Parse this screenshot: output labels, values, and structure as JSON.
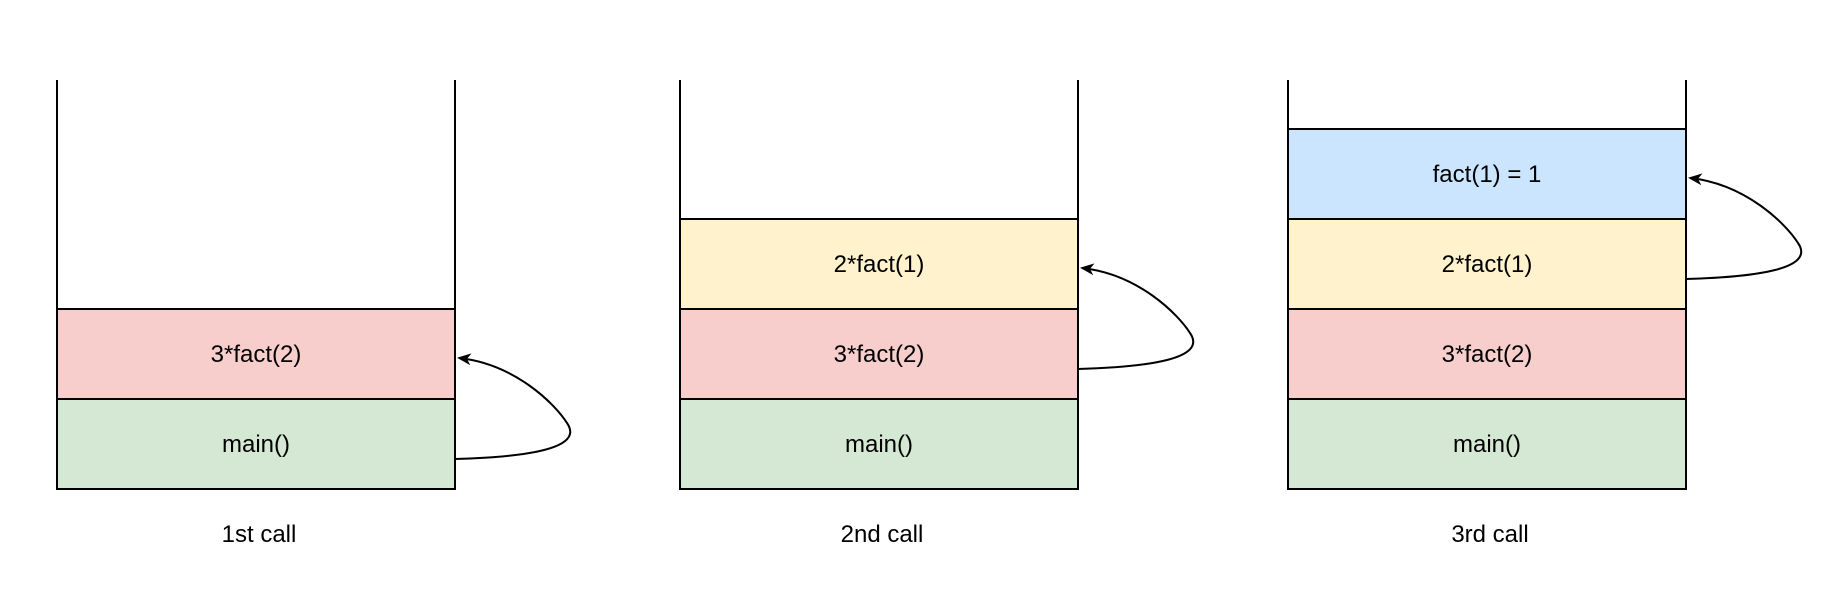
{
  "colors": {
    "main": "#d5e8d4",
    "fact2": "#f8cecc",
    "fact1": "#fff2cc",
    "base": "#cce5ff",
    "stroke": "#000000",
    "background": "#ffffff"
  },
  "stacks": [
    {
      "caption": "1st call",
      "frames": [
        {
          "label": "main()",
          "kind": "main"
        },
        {
          "label": "3*fact(2)",
          "kind": "fact2"
        }
      ]
    },
    {
      "caption": "2nd call",
      "frames": [
        {
          "label": "main()",
          "kind": "main"
        },
        {
          "label": "3*fact(2)",
          "kind": "fact2"
        },
        {
          "label": "2*fact(1)",
          "kind": "fact1"
        }
      ]
    },
    {
      "caption": "3rd call",
      "frames": [
        {
          "label": "main()",
          "kind": "main"
        },
        {
          "label": "3*fact(2)",
          "kind": "fact2"
        },
        {
          "label": "2*fact(1)",
          "kind": "fact1"
        },
        {
          "label": "fact(1) = 1",
          "kind": "base"
        }
      ]
    }
  ]
}
